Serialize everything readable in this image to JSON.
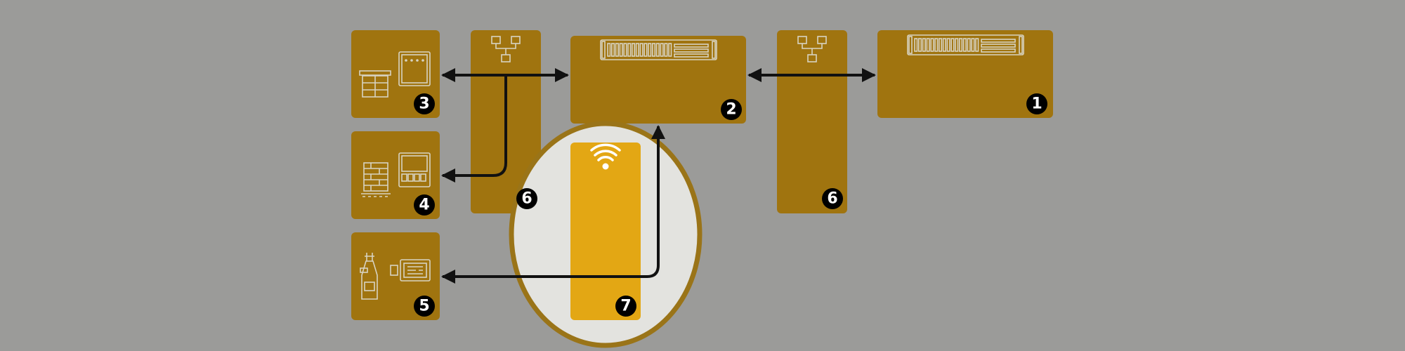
{
  "colors": {
    "background": "#9b9b99",
    "box_fill": "#a0740f",
    "highlight_fill": "#e3a714",
    "highlight_border": "#9a7418",
    "lens_fill": "#e3e3df",
    "icon_stroke": "#d8d3c2",
    "connector": "#111111",
    "badge_fill": "#000000",
    "badge_text": "#ffffff"
  },
  "nodes": [
    {
      "id": "1",
      "badge": "1",
      "icon": "rack-server-icon"
    },
    {
      "id": "2",
      "badge": "2",
      "icon": "rack-server-icon"
    },
    {
      "id": "3",
      "badge": "3",
      "icon": "kiosk-terminal-icon"
    },
    {
      "id": "4",
      "badge": "4",
      "icon": "pallet-terminal-icon"
    },
    {
      "id": "5",
      "badge": "5",
      "icon": "scanner-display-icon"
    },
    {
      "id": "6a",
      "badge": "6",
      "icon": "network-switch-icon"
    },
    {
      "id": "6b",
      "badge": "6",
      "icon": "network-switch-icon"
    },
    {
      "id": "7",
      "badge": "7",
      "icon": "wifi-icon"
    }
  ]
}
